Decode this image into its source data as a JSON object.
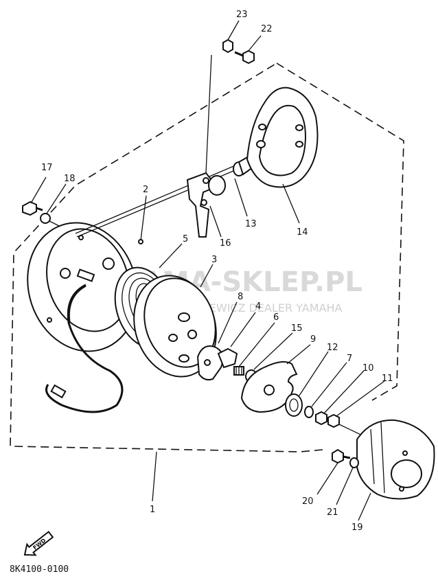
{
  "diagram": {
    "part_numbers": [
      "1",
      "2",
      "3",
      "4",
      "5",
      "6",
      "7",
      "8",
      "9",
      "10",
      "11",
      "12",
      "13",
      "14",
      "15",
      "16",
      "17",
      "18",
      "19",
      "20",
      "21",
      "22",
      "23"
    ],
    "watermark": {
      "title": "AMA-SKLEP.PL",
      "subtitle": "ZIELIŃSKIEWICZ DEALER YAMAHA"
    },
    "fwd_label": "FWD",
    "diagram_code": "8K4100-0100"
  }
}
